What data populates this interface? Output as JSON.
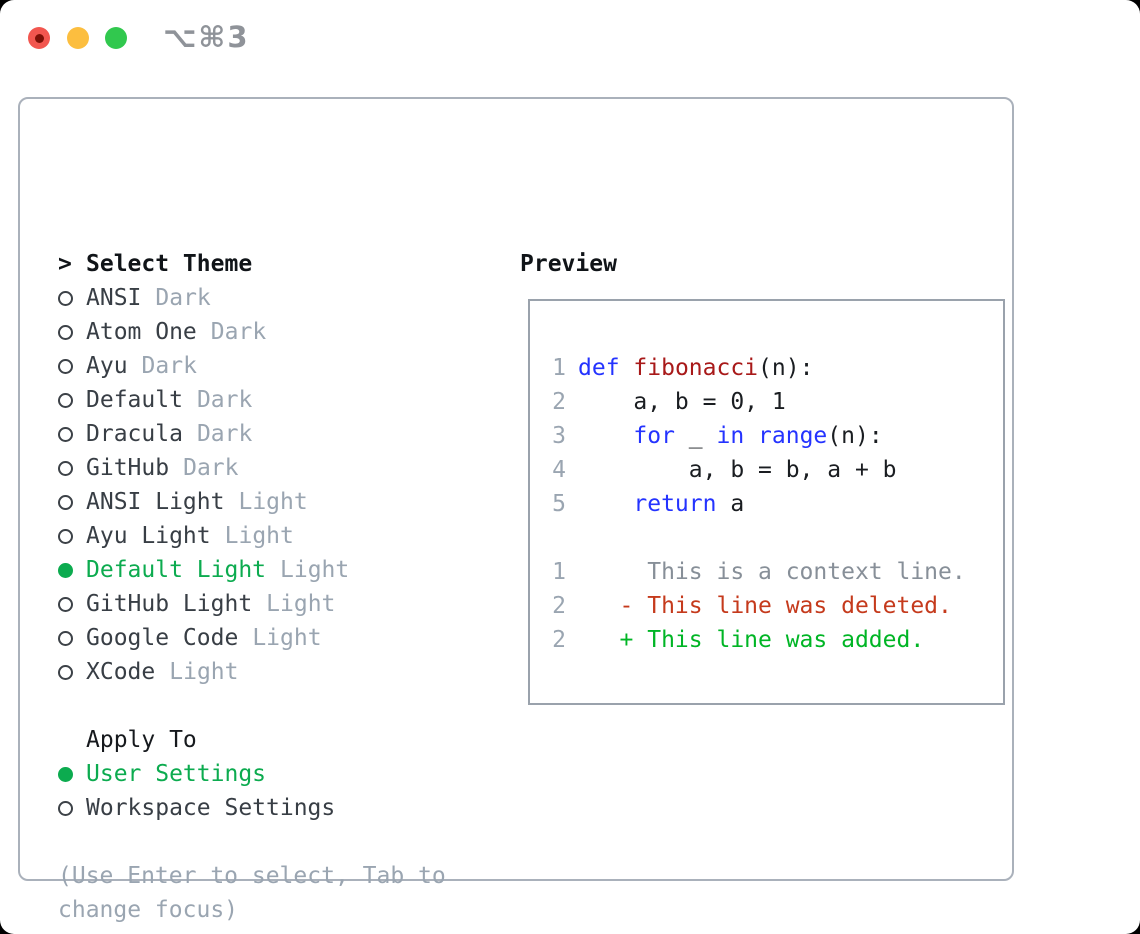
{
  "window": {
    "shortcut": "⌥⌘3"
  },
  "colors": {
    "selected_green": "#0cab4f",
    "keyword_blue": "#2433ff",
    "function_red": "#a81919",
    "diff_deleted_red": "#c53a1c",
    "diff_added_green": "#00b525",
    "context_gray": "#878f98",
    "muted_gray": "#9aa5b1",
    "text_dark": "#383e45",
    "heading_black": "#101418",
    "panel_border": "#aab1bb",
    "traffic_red": "#f2564f",
    "traffic_yellow": "#fcbe3f",
    "traffic_green": "#31c84e"
  },
  "theme_picker": {
    "cursor": ">",
    "title": "Select Theme",
    "items": [
      {
        "name": "ANSI",
        "variant": "Dark",
        "selected": false
      },
      {
        "name": "Atom One",
        "variant": "Dark",
        "selected": false
      },
      {
        "name": "Ayu",
        "variant": "Dark",
        "selected": false
      },
      {
        "name": "Default",
        "variant": "Dark",
        "selected": false
      },
      {
        "name": "Dracula",
        "variant": "Dark",
        "selected": false
      },
      {
        "name": "GitHub",
        "variant": "Dark",
        "selected": false
      },
      {
        "name": "ANSI Light",
        "variant": "Light",
        "selected": false
      },
      {
        "name": "Ayu Light",
        "variant": "Light",
        "selected": false
      },
      {
        "name": "Default Light",
        "variant": "Light",
        "selected": true
      },
      {
        "name": "GitHub Light",
        "variant": "Light",
        "selected": false
      },
      {
        "name": "Google Code",
        "variant": "Light",
        "selected": false
      },
      {
        "name": "XCode",
        "variant": "Light",
        "selected": false
      }
    ]
  },
  "apply_to": {
    "title": "Apply To",
    "options": [
      {
        "label": "User Settings",
        "selected": true
      },
      {
        "label": "Workspace Settings",
        "selected": false
      }
    ]
  },
  "hint_lines": [
    "(Use Enter to select, Tab to",
    "change focus)"
  ],
  "preview": {
    "title": "Preview",
    "code_lines": [
      {
        "n": "1",
        "tokens": [
          {
            "t": "def",
            "c": "kw"
          },
          {
            "t": " "
          },
          {
            "t": "fibonacci",
            "c": "fn"
          },
          {
            "t": "(n):"
          }
        ]
      },
      {
        "n": "2",
        "tokens": [
          {
            "t": "    a, b = 0, 1"
          }
        ]
      },
      {
        "n": "3",
        "tokens": [
          {
            "t": "    "
          },
          {
            "t": "for",
            "c": "kw"
          },
          {
            "t": " _ "
          },
          {
            "t": "in",
            "c": "kw"
          },
          {
            "t": " "
          },
          {
            "t": "range",
            "c": "kw"
          },
          {
            "t": "(n):"
          }
        ]
      },
      {
        "n": "4",
        "tokens": [
          {
            "t": "        a, b = b, a + b"
          }
        ]
      },
      {
        "n": "5",
        "tokens": [
          {
            "t": "    "
          },
          {
            "t": "return",
            "c": "kw"
          },
          {
            "t": " a"
          }
        ]
      }
    ],
    "diff_lines": [
      {
        "n": "1",
        "kind": "ctx",
        "text": "     This is a context line."
      },
      {
        "n": "2",
        "kind": "del",
        "text": "   - This line was deleted."
      },
      {
        "n": "2",
        "kind": "add",
        "text": "   + This line was added."
      }
    ]
  }
}
